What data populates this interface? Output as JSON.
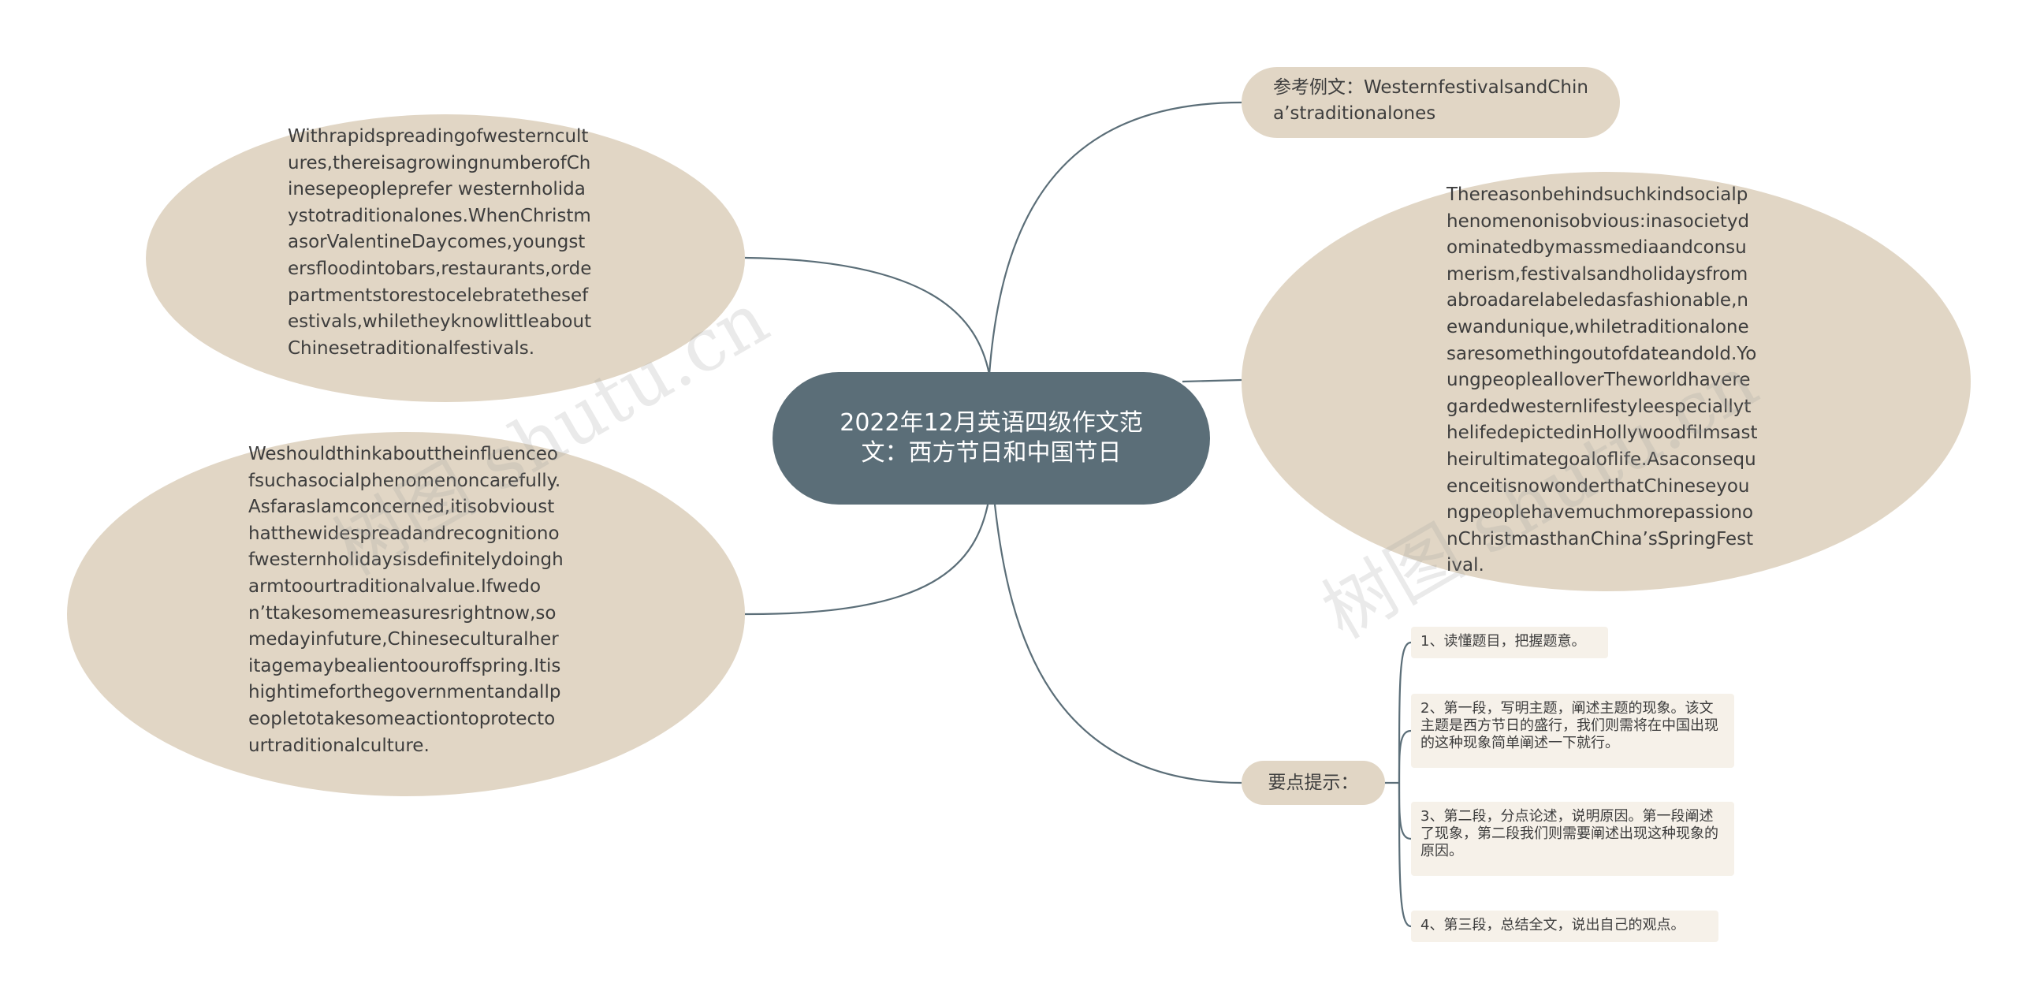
{
  "root": {
    "title": "2022年12月英语四级作文范文：西方节日和中国节日"
  },
  "left_top": {
    "text": "Withrapidspreadingofwesterncultures,thereisagrowingnumberofChinesepeopleprefer westernholidaystotraditionalones.WhenChristmasorValentineDaycomes,youngstersfloodintobars,restaurants,ordepartmentstorestocelebratethesefestivals,whiletheyknowlittleaboutChinesetraditionalfestivals."
  },
  "left_bottom": {
    "text": "Weshouldthinkabouttheinfluenceofsuchasocialphenomenoncarefully.Asfaraslamconcerned,itisobviousthatthewidespreadandrecognitionofwesternholidaysisdefinitelydoingharmtoourtraditionalvalue.Ifwedon’ttakesomemeasuresrightnow,somedayinfuture,Chineseculturalheritagemaybealientoouroffspring.Itishightimeforthegovernmentandallpeopletotakesomeactiontoprotectourtraditionalculture."
  },
  "ref": {
    "text": "参考例文：WesternfestivalsandChina’straditionalones"
  },
  "right": {
    "text": "Thereasonbehindsuchkindsocialphenomenonisobvious:inasocietydominatedbymassmediaandconsumerism,festivalsandholidaysfromabroadarelabeledasfashionable,newandunique,whiletraditionalonesaresomethingoutofdateandold.YoungpeoplealloverTheworldhaveregardedwesternlifestyleespeciallythelifedepictedinHollywoodfilmsastheirultimategoaloflife.AsaconsequenceitisnowonderthatChineseyoungpeoplehavemuchmorepassiononChristmasthanChina’sSpringFestival."
  },
  "tips": {
    "label": "要点提示：",
    "items": [
      "1、读懂题目，把握题意。",
      "2、第一段，写明主题，阐述主题的现象。该文主题是西方节日的盛行，我们则需将在中国出现的这种现象简单阐述一下就行。",
      "3、第二段，分点论述，说明原因。第一段阐述了现象，第二段我们则需要阐述出现这种现象的原因。",
      "4、第三段，总结全文，说出自己的观点。"
    ]
  },
  "watermark": "树图 shutu.cn",
  "colors": {
    "root": "#5b6e78",
    "bubble": "#e1d6c5",
    "tip": "#f6f1e9",
    "line": "#5b6e78"
  }
}
